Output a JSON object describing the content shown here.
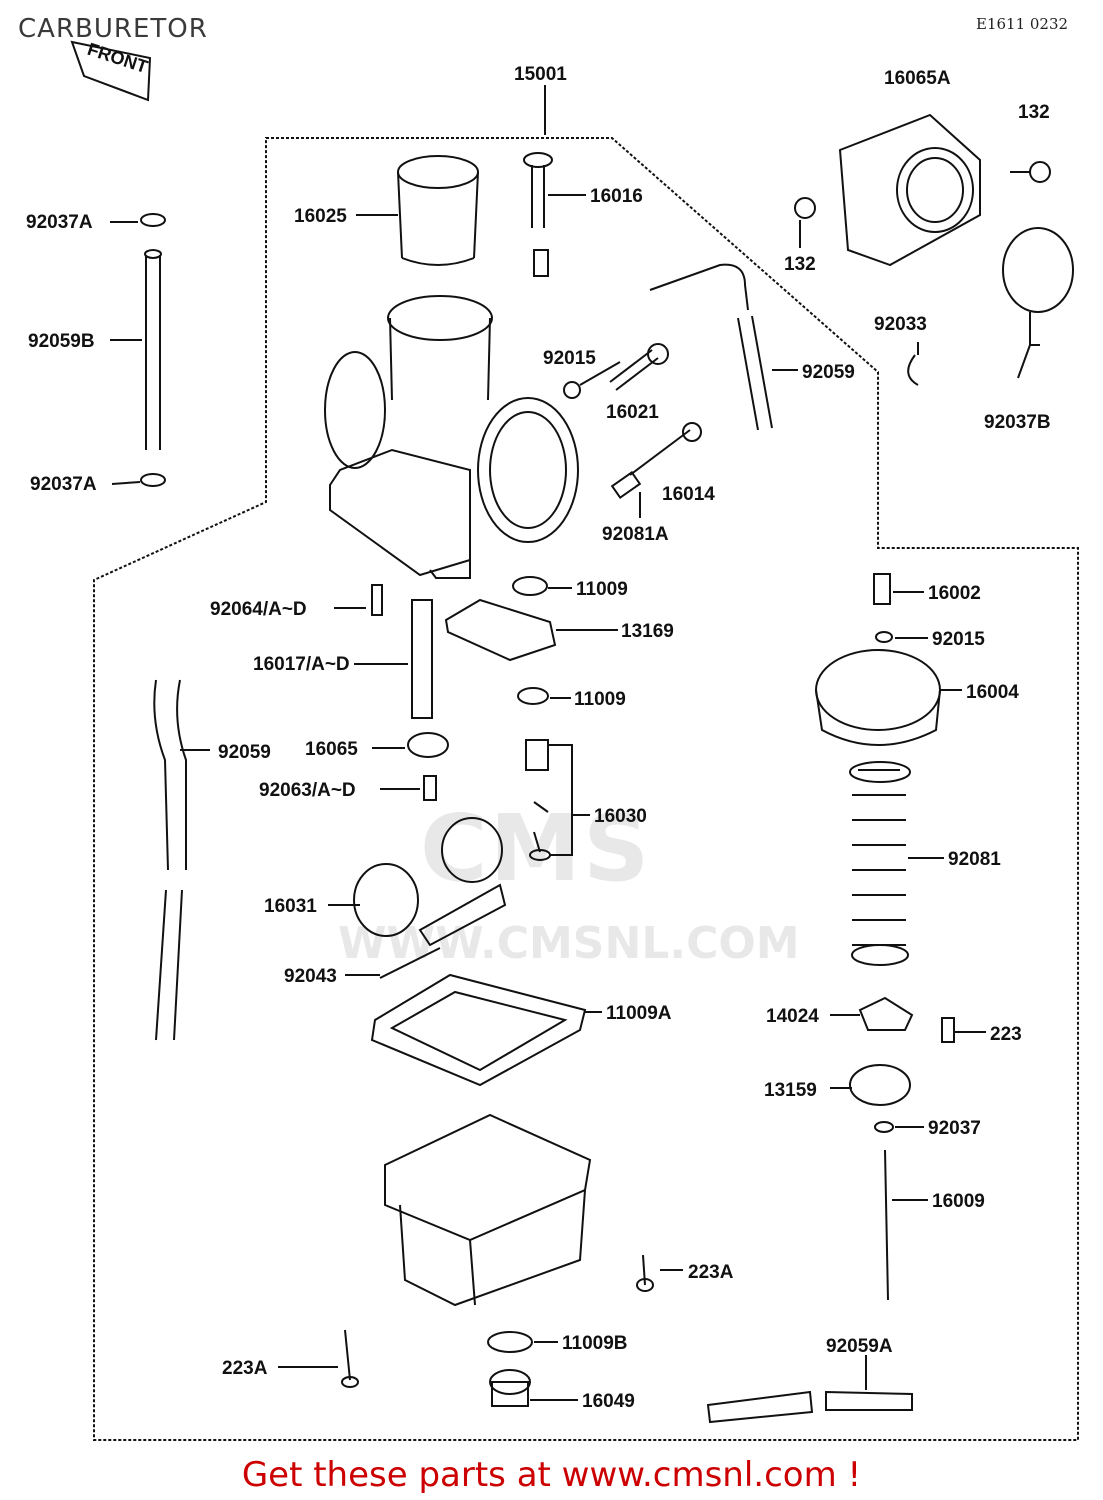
{
  "header": {
    "title": "CARBURETOR",
    "diagram_code": "E1611 0232",
    "front_marker": "FRONT"
  },
  "watermark": {
    "brand": "CMS",
    "url": "WWW.CMSNL.COM"
  },
  "footer": {
    "link_text": "Get these parts at www.cmsnl.com !"
  },
  "parts": [
    {
      "label": "15001"
    },
    {
      "label": "16025"
    },
    {
      "label": "16016"
    },
    {
      "label": "92037A"
    },
    {
      "label": "92059B"
    },
    {
      "label": "92037A"
    },
    {
      "label": "92015"
    },
    {
      "label": "16021"
    },
    {
      "label": "92059"
    },
    {
      "label": "16014"
    },
    {
      "label": "92081A"
    },
    {
      "label": "16065A"
    },
    {
      "label": "132"
    },
    {
      "label": "132"
    },
    {
      "label": "92033"
    },
    {
      "label": "92037B"
    },
    {
      "label": "11009"
    },
    {
      "label": "13169"
    },
    {
      "label": "92064/A~D"
    },
    {
      "label": "16017/A~D"
    },
    {
      "label": "11009"
    },
    {
      "label": "16065"
    },
    {
      "label": "92063/A~D"
    },
    {
      "label": "16030"
    },
    {
      "label": "92059"
    },
    {
      "label": "16031"
    },
    {
      "label": "92043"
    },
    {
      "label": "11009A"
    },
    {
      "label": "16002"
    },
    {
      "label": "92015"
    },
    {
      "label": "16004"
    },
    {
      "label": "92081"
    },
    {
      "label": "14024"
    },
    {
      "label": "223"
    },
    {
      "label": "13159"
    },
    {
      "label": "92037"
    },
    {
      "label": "16009"
    },
    {
      "label": "223A"
    },
    {
      "label": "223A"
    },
    {
      "label": "11009B"
    },
    {
      "label": "16049"
    },
    {
      "label": "92059A"
    }
  ]
}
